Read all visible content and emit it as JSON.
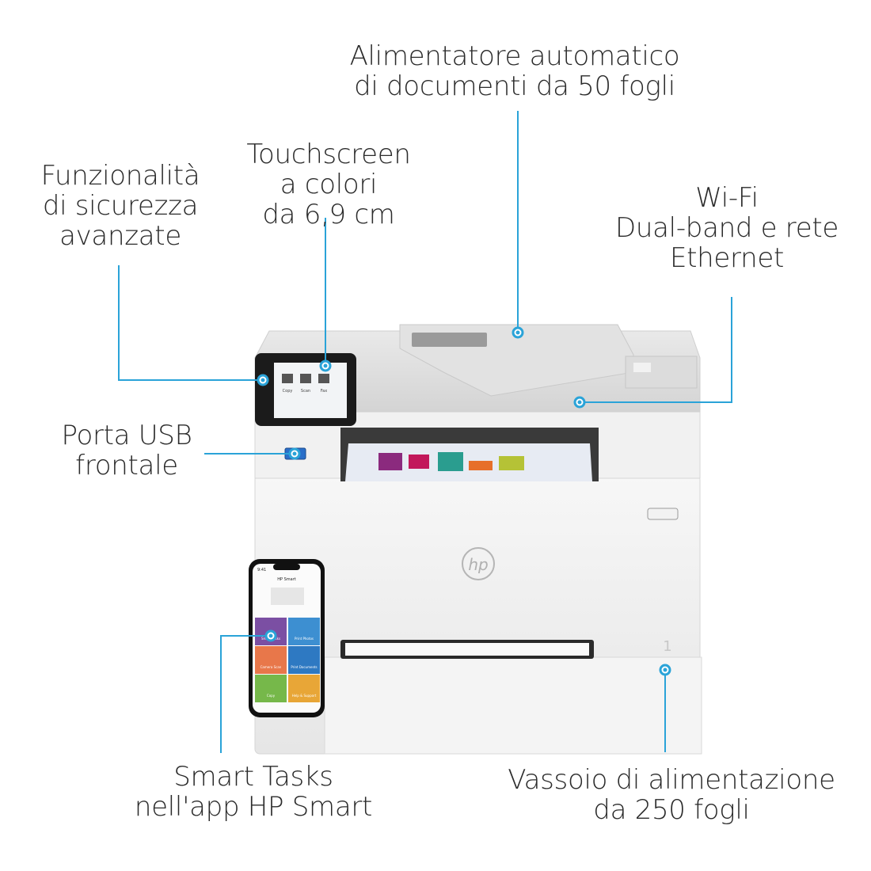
{
  "callouts": {
    "adf": [
      "Alimentatore automatico",
      "di documenti da 50 fogli"
    ],
    "touchscreen": [
      "Touchscreen",
      "a colori",
      "da 6,9 cm"
    ],
    "security": [
      "Funzionalità",
      "di sicurezza",
      "avanzate"
    ],
    "wifi": [
      "Wi-Fi",
      "Dual-band e rete",
      "Ethernet"
    ],
    "usb": [
      "Porta USB",
      "frontale"
    ],
    "smart_tasks": [
      "Smart Tasks",
      "nell'app HP Smart"
    ],
    "tray": [
      "Vassoio di alimentazione",
      "da 250 fogli"
    ]
  },
  "printer": {
    "logo": "hp",
    "screen_tiles": [
      "Copy",
      "Scan",
      "Fax"
    ],
    "tray_number": "1"
  },
  "phone": {
    "time": "9:41",
    "app_title": "HP Smart",
    "tiles": [
      "Smart Tasks",
      "Print Photos",
      "Camera Scan",
      "Print Documents",
      "Copy",
      "Help & Support"
    ]
  },
  "colors": {
    "accent": "#2aa3d8",
    "printer_body": "#efefef",
    "swatches": [
      "#8b2a7e",
      "#c2185b",
      "#2a9d8f",
      "#e76f2a",
      "#b5c236"
    ]
  }
}
